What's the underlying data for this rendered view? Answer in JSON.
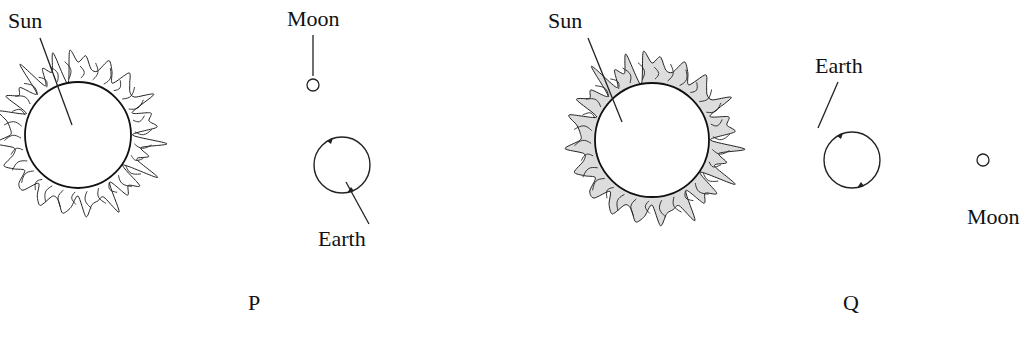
{
  "diagram": {
    "labels": [
      "Sun",
      "Moon",
      "Earth",
      "P",
      "Sun",
      "Earth",
      "Moon",
      "Q"
    ]
  }
}
